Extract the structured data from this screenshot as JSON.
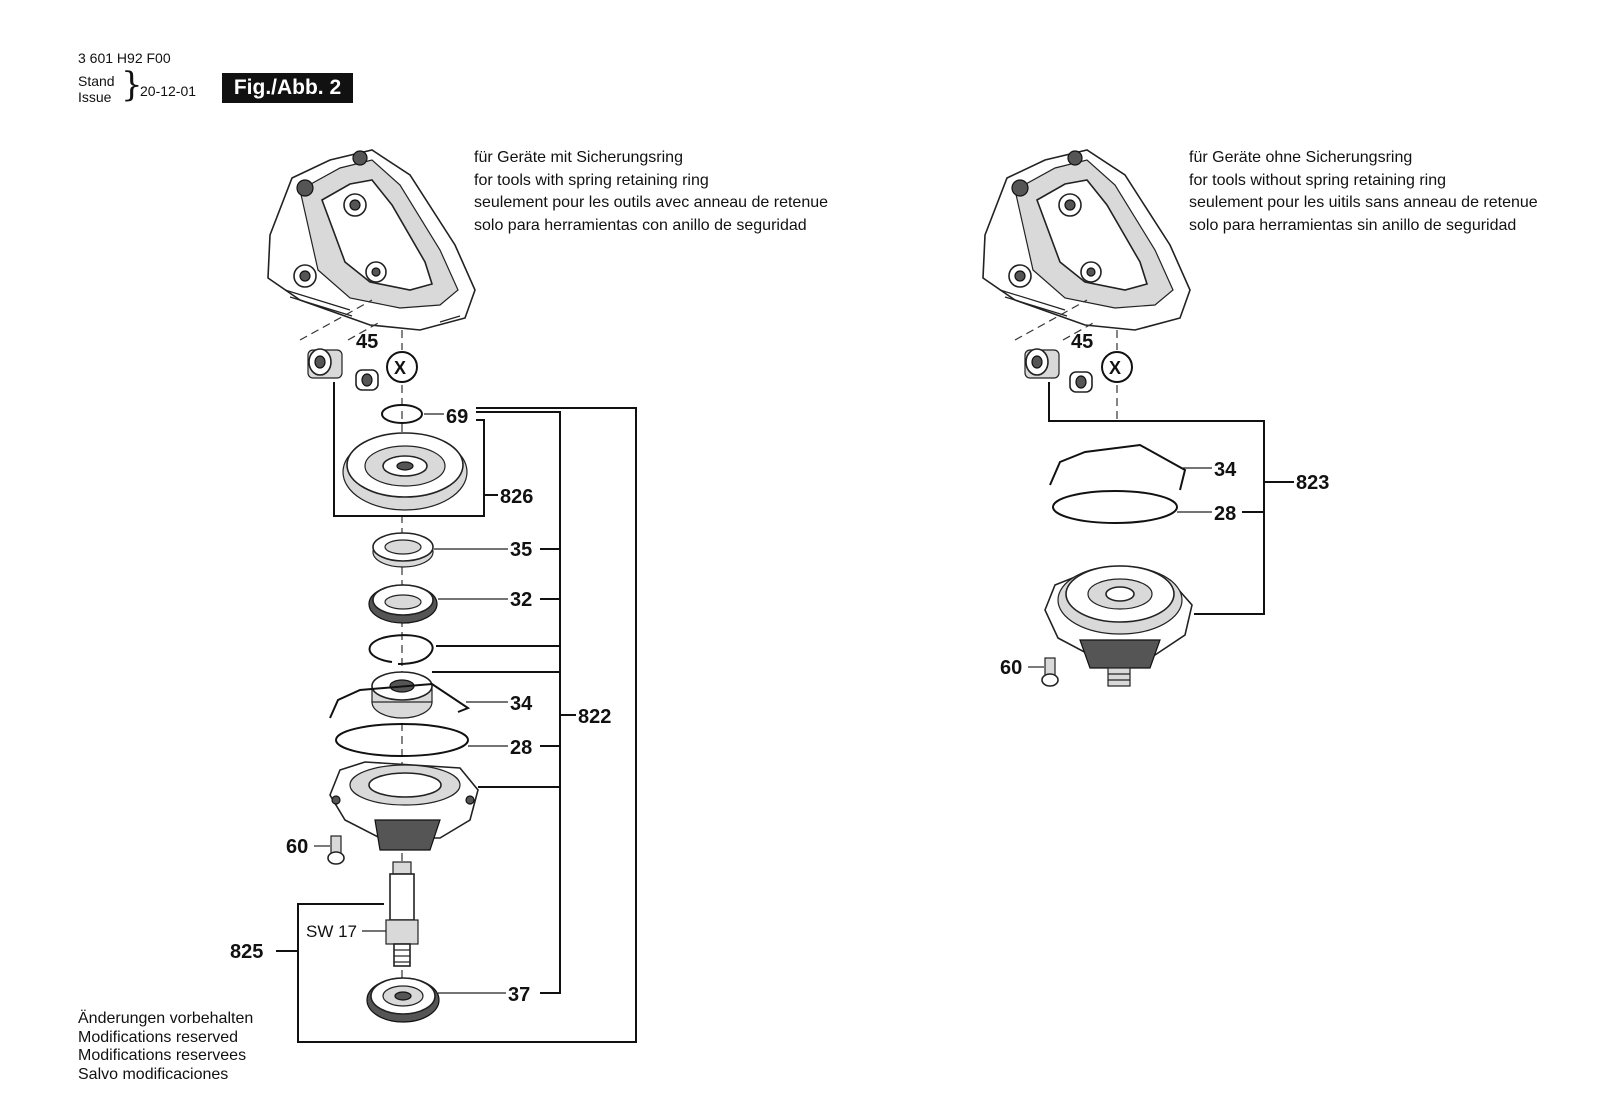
{
  "header": {
    "code": "3 601 H92 F00",
    "stand": "Stand",
    "issue": "Issue",
    "brace": "}",
    "date": "20-12-01",
    "figure": "Fig./Abb. 2"
  },
  "left_note": [
    "für Geräte mit Sicherungsring",
    "for tools with spring retaining ring",
    "seulement pour les outils avec anneau de retenue",
    "solo para herramientas con anillo de seguridad"
  ],
  "right_note": [
    "für Geräte ohne Sicherungsring",
    "for tools without spring retaining ring",
    "seulement pour les uitils sans anneau de retenue",
    "solo para herramientas sin anillo de seguridad"
  ],
  "footer": [
    "Änderungen vorbehalten",
    "Modifications reserved",
    "Modifications reservees",
    "Salvo modificaciones"
  ],
  "left_labels": {
    "p45": "45",
    "x": "X",
    "p69": "69",
    "p826": "826",
    "p35": "35",
    "p32": "32",
    "p34": "34",
    "p822": "822",
    "p28": "28",
    "p60": "60",
    "sw17": "SW 17",
    "p825": "825",
    "p37": "37"
  },
  "right_labels": {
    "p45": "45",
    "x": "X",
    "p34": "34",
    "p823": "823",
    "p28": "28",
    "p60": "60"
  }
}
